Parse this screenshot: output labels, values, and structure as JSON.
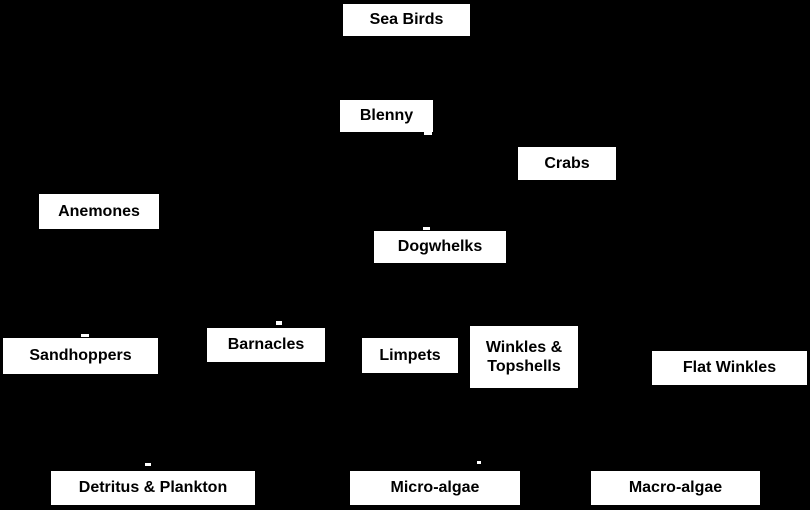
{
  "diagram": {
    "type": "food-web",
    "background_color": "#000000",
    "node_fill_color": "#ffffff",
    "node_text_color": "#000000",
    "nodes": [
      {
        "id": "sea-birds",
        "label": "Sea Birds"
      },
      {
        "id": "blenny",
        "label": "Blenny"
      },
      {
        "id": "crabs",
        "label": "Crabs"
      },
      {
        "id": "anemones",
        "label": "Anemones"
      },
      {
        "id": "dogwhelks",
        "label": "Dogwhelks"
      },
      {
        "id": "sandhoppers",
        "label": "Sandhoppers"
      },
      {
        "id": "barnacles",
        "label": "Barnacles"
      },
      {
        "id": "limpets",
        "label": "Limpets"
      },
      {
        "id": "winkles-topshells",
        "label": "Winkles & Topshells"
      },
      {
        "id": "flat-winkles",
        "label": "Flat Winkles"
      },
      {
        "id": "detritus-plankton",
        "label": "Detritus & Plankton"
      },
      {
        "id": "micro-algae",
        "label": "Micro-algae"
      },
      {
        "id": "macro-algae",
        "label": "Macro-algae"
      }
    ]
  }
}
